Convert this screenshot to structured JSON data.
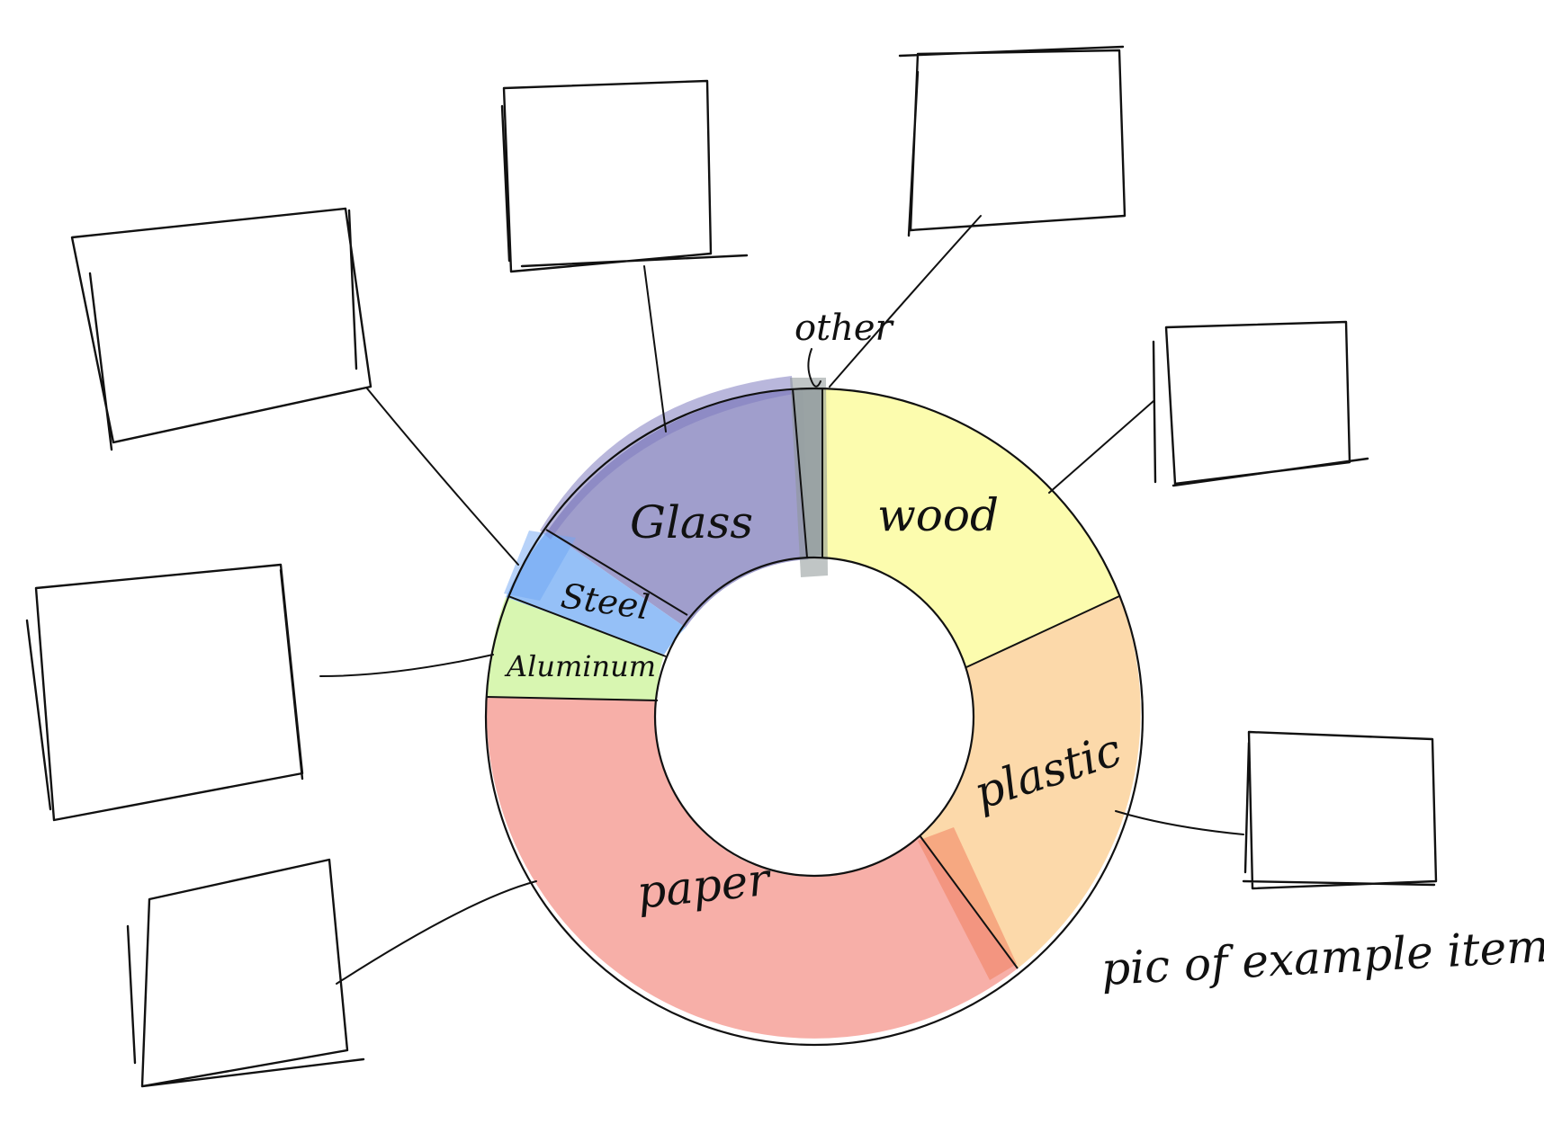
{
  "diagram": {
    "segments": [
      {
        "id": "glass",
        "label": "Glass",
        "color": "#9b99c9"
      },
      {
        "id": "other",
        "label": "other",
        "color": "#a7b0b1"
      },
      {
        "id": "wood",
        "label": "wood",
        "color": "#fcfcaa"
      },
      {
        "id": "plastic",
        "label": "plastic",
        "color": "#fcd7a5"
      },
      {
        "id": "paper",
        "label": "paper",
        "color": "#f7aba3"
      },
      {
        "id": "aluminum",
        "label": "Aluminum",
        "color": "#d6f5ad"
      },
      {
        "id": "steel",
        "label": "Steel",
        "color": "#8fbdf7"
      }
    ],
    "annotation": "pic of example items"
  },
  "colors": {
    "ink": "#111111",
    "background": "#ffffff"
  }
}
